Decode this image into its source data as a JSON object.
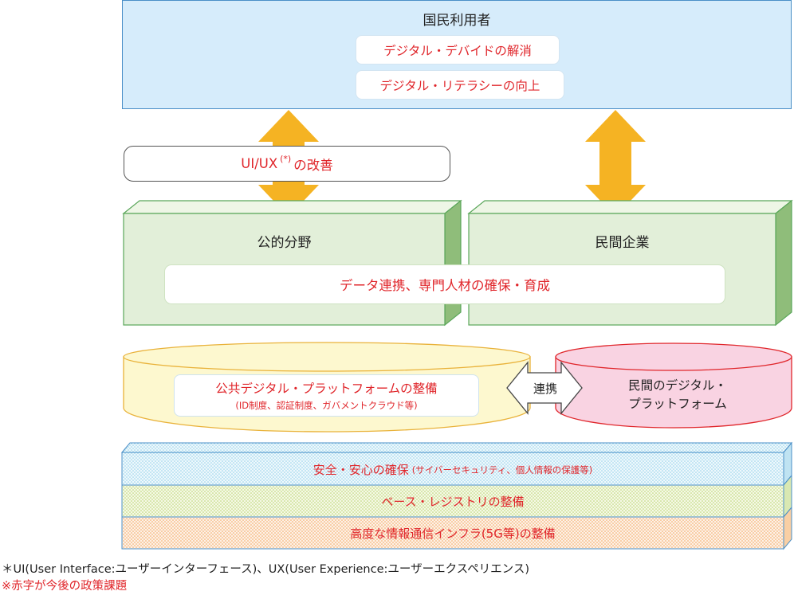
{
  "citizens": {
    "title": "国民利用者",
    "items": [
      "デジタル・デバイドの解消",
      "デジタル・リテラシーの向上"
    ]
  },
  "uiux": {
    "label_main": "UI/UX",
    "label_sup": "(*)",
    "label_rest": "の改善"
  },
  "public_sector": {
    "title": "公的分野"
  },
  "private_sector": {
    "title": "民間企業"
  },
  "shared_bar": {
    "label": "データ連携、専門人材の確保・育成"
  },
  "public_platform": {
    "title": "公共デジタル・プラットフォームの整備",
    "subtitle": "(ID制度、認証制度、ガバメントクラウド等)"
  },
  "link": {
    "label": "連携"
  },
  "private_platform": {
    "line1": "民間のデジタル・",
    "line2": "プラットフォーム"
  },
  "layers": [
    {
      "main": "安全・安心の確保",
      "sub": "(サイバーセキュリティ、個人情報の保護等)",
      "color": "#8fd0ea"
    },
    {
      "main": "ベース・レジストリの整備",
      "sub": "",
      "color": "#b8d36a"
    },
    {
      "main": "高度な情報通信インフラ(5G等)の整備",
      "sub": "",
      "color": "#f4a35a"
    }
  ],
  "footnotes": {
    "line1": "＊UI(User Interface:ユーザーインターフェース)、UX(User Experience:ユーザーエクスペリエンス)",
    "line2": "※赤字が今後の政策課題"
  },
  "colors": {
    "arrow": "#f5b323",
    "citizens_fill": "#d6ecfb",
    "sector_fill": "#e2efd9",
    "public_platform_fill": "#fdf8cf",
    "private_platform_fill": "#f9d3e2",
    "policy_text": "#e0262b"
  }
}
